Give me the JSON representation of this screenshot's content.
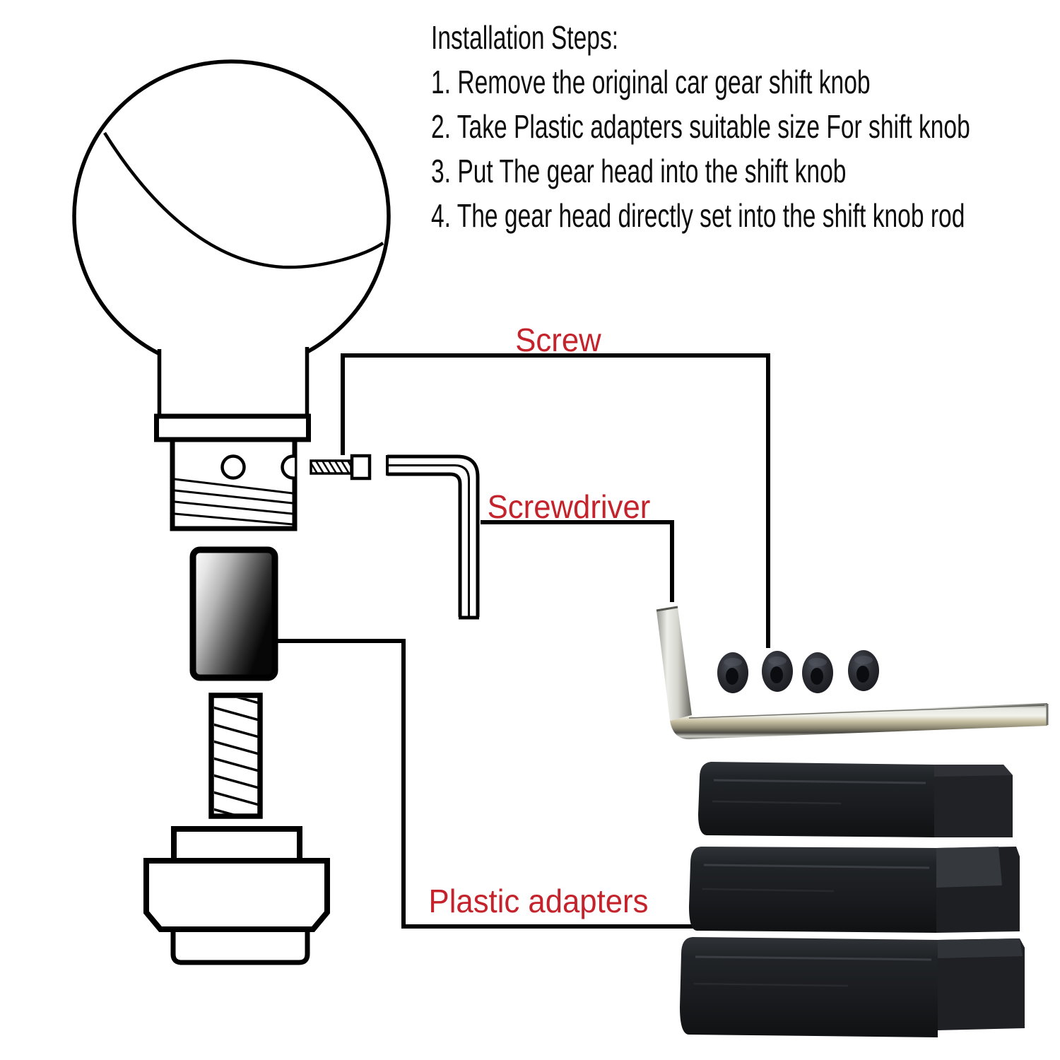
{
  "instructions": {
    "title": "Installation Steps:",
    "steps": [
      "1. Remove the original car gear shift knob",
      "2. Take Plastic adapters suitable size For shift knob",
      "3. Put The gear head into the shift knob",
      "4. The gear head directly set into the shift knob rod"
    ]
  },
  "labels": {
    "screw": "Screw",
    "screwdriver": "Screwdriver",
    "plastic_adapters": "Plastic adapters"
  },
  "colors": {
    "label_red": "#c5232b",
    "line_black": "#000000",
    "background": "#ffffff",
    "metal_silver": "#e8e8e3",
    "metal_tan": "#c9c1a4",
    "plastic_dark": "#1a1c1f"
  },
  "figures": {
    "knob_drawing": "shift-knob-line-drawing",
    "screw_drawing": "set-screw-line-drawing",
    "hex_key_drawing": "hex-key-outline-drawing",
    "adapter_block_drawing": "adapter-block-drawing",
    "rod_drawing": "threaded-rod-drawing",
    "base_drawing": "knob-base-drawing",
    "wrench_photo": "hex-wrench-photo",
    "screws_photo": "set-screws-photo",
    "adapters_photo": "plastic-adapters-photo"
  }
}
